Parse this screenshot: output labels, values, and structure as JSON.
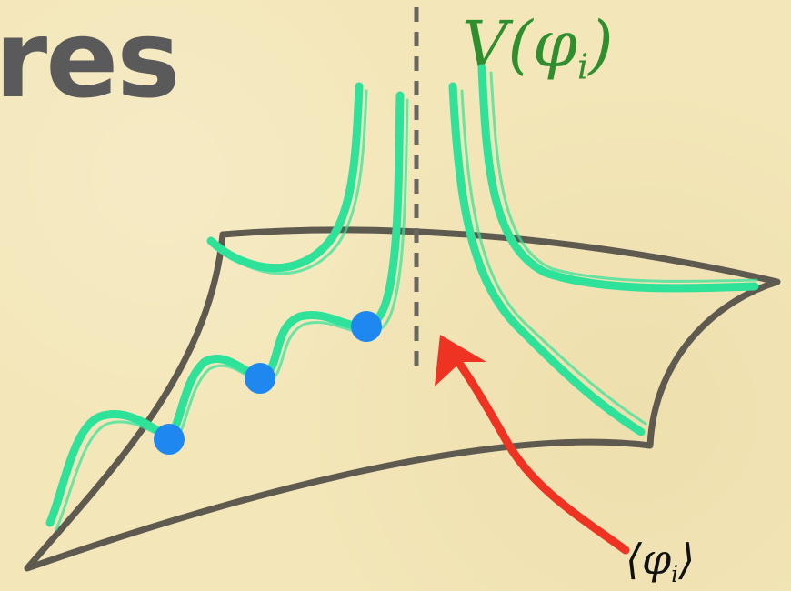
{
  "title_fragment": "res",
  "labels": {
    "potential": {
      "prefix": "V(φ",
      "sub": "i",
      "suffix": ")"
    },
    "vev": {
      "prefix": "⟨φ",
      "sub": "i",
      "suffix": "⟩"
    }
  },
  "vacua_count": 3,
  "colors": {
    "background": "#f3e6b8",
    "surface_outline": "#5e5a50",
    "potential_curve": "#2ee29a",
    "vacuum_dot": "#1e88f0",
    "arrow": "#ee3322",
    "dashed_axis": "#6a6660",
    "title_text": "#5a5a5a",
    "potential_label": "#2f8f2f"
  }
}
